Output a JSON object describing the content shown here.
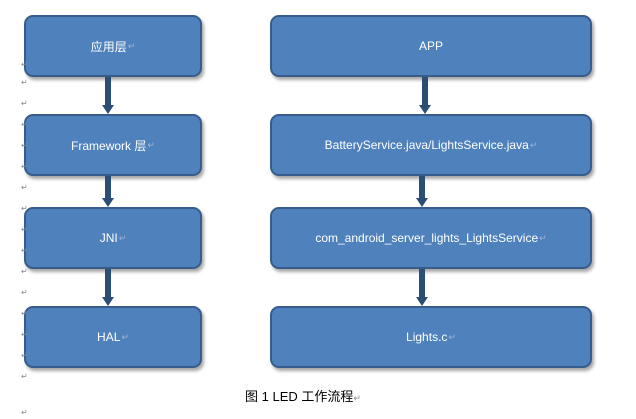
{
  "left_column": [
    {
      "label": "应用层",
      "mark": "↵"
    },
    {
      "label": "Framework 层",
      "mark": "↵"
    },
    {
      "label": "JNI",
      "mark": "↵"
    },
    {
      "label": "HAL",
      "mark": "↵"
    }
  ],
  "right_column": [
    {
      "label": "APP",
      "mark": ""
    },
    {
      "label": "BatteryService.java/LightsService.java",
      "mark": "↵"
    },
    {
      "label": "com_android_server_lights_LightsService",
      "mark": "↵"
    },
    {
      "label": "Lights.c",
      "mark": "↵"
    }
  ],
  "caption": {
    "text": "图 1 LED 工作流程",
    "mark": "↵"
  },
  "paragraph_mark": "↵",
  "colors": {
    "box_fill": "#4f81bd",
    "box_border": "#385d8a",
    "arrow": "#2c4d75"
  }
}
